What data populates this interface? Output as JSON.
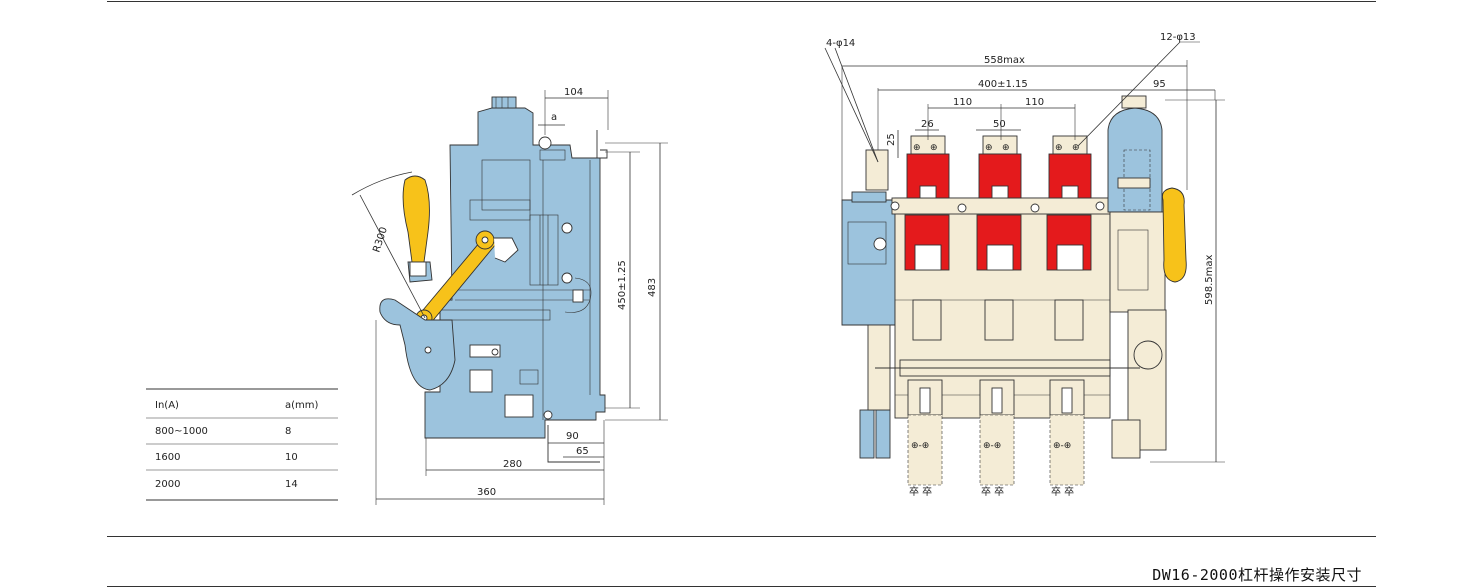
{
  "caption": "DW16-2000杠杆操作安装尺寸",
  "table": {
    "headers": [
      "In(A)",
      "a(mm)"
    ],
    "rows": [
      [
        "800~1000",
        "8"
      ],
      [
        "1600",
        "10"
      ],
      [
        "2000",
        "14"
      ]
    ]
  },
  "side_view": {
    "dims": {
      "d104": "104",
      "da": "a",
      "r300": "R300",
      "d450": "450±1.25",
      "d483": "483",
      "d90": "90",
      "d65": "65",
      "d280": "280",
      "d360": "360"
    }
  },
  "front_view": {
    "dims": {
      "holes4": "4-φ14",
      "holes12": "12-φ13",
      "d558": "558max",
      "d400": "400±1.15",
      "d95": "95",
      "d110a": "110",
      "d110b": "110",
      "d26": "26",
      "d50": "50",
      "d25": "25",
      "d598": "598.5max"
    }
  },
  "colors": {
    "housing_blue": "#9cc3dd",
    "handle_yellow": "#f7c21a",
    "pole_red": "#e41a1c",
    "cream": "#f4ecd6",
    "line": "#333333"
  }
}
